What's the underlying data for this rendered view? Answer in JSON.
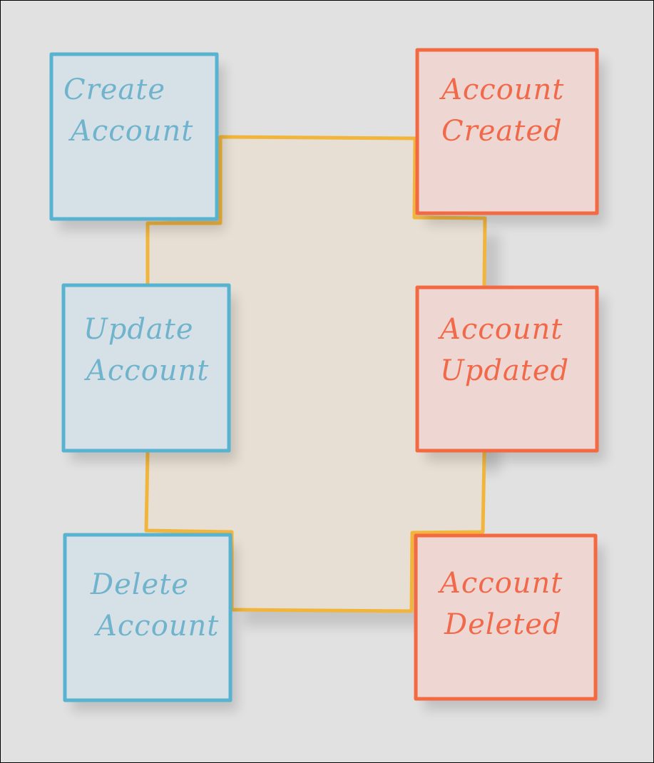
{
  "colors": {
    "background": "#e1e1e1",
    "command_fill": "#d6e1e7",
    "command_stroke": "#58b3d1",
    "command_text": "#6fb3cc",
    "event_fill": "#eed6d2",
    "event_stroke": "#f36a42",
    "event_text": "#f2694a",
    "aggregate_fill": "#e7dfd3",
    "aggregate_stroke": "#f2b53c"
  },
  "commands": [
    {
      "line1": "Create",
      "line2": "Account"
    },
    {
      "line1": "Update",
      "line2": "Account"
    },
    {
      "line1": "Delete",
      "line2": "Account"
    }
  ],
  "events": [
    {
      "line1": "Account",
      "line2": "Created"
    },
    {
      "line1": "Account",
      "line2": "Updated"
    },
    {
      "line1": "Account",
      "line2": "Deleted"
    }
  ]
}
